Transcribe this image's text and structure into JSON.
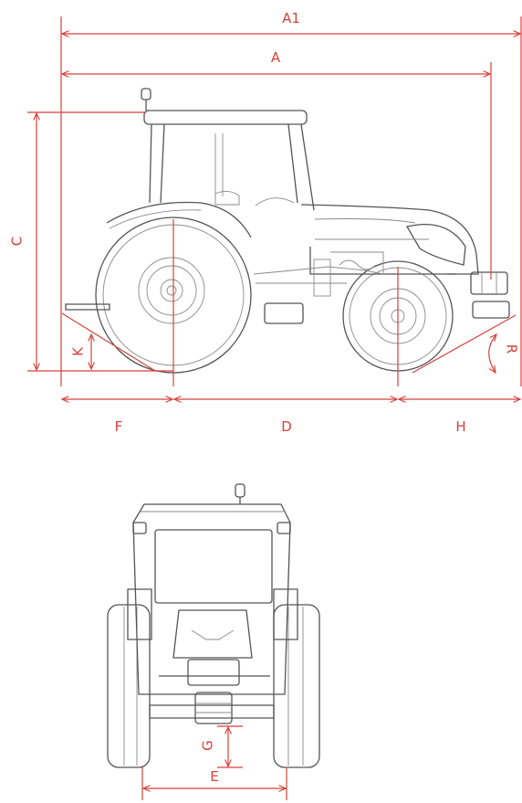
{
  "colors": {
    "dimension": "#d6423b",
    "drawing": "#555555",
    "background": "#ffffff"
  },
  "side_view": {
    "labels": {
      "a1": "A1",
      "a": "A",
      "c": "C",
      "k": "K",
      "r": "R",
      "f": "F",
      "d": "D",
      "h": "H"
    }
  },
  "rear_view": {
    "labels": {
      "g": "G",
      "e": "E"
    }
  }
}
